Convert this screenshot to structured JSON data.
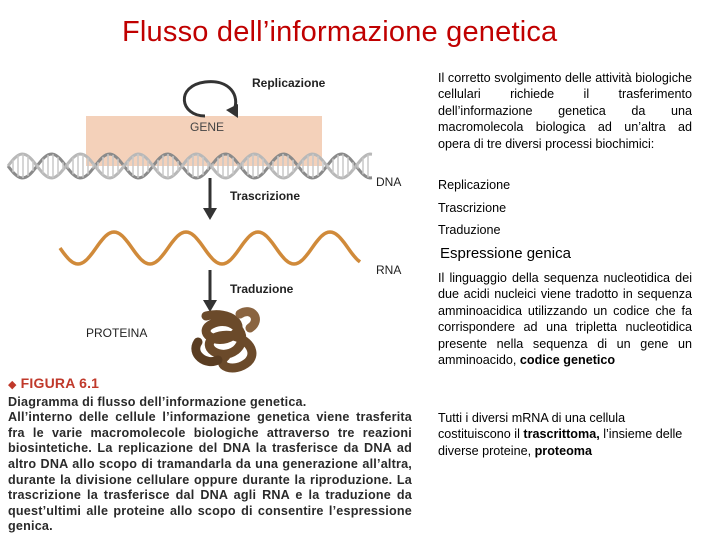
{
  "title": "Flusso dell’informazione genetica",
  "figure": {
    "labels": {
      "replicazione": "Replicazione",
      "gene": "GENE",
      "dna": "DNA",
      "trascrizione": "Trascrizione",
      "rna": "RNA",
      "traduzione": "Traduzione",
      "proteina": "PROTEINA"
    },
    "caption": {
      "heading": "FIGURA 6.1",
      "title": "Diagramma di flusso dell’informazione genetica.",
      "body": "All’interno delle cellule l’informazione genetica viene trasferita fra le varie macromolecole biologiche attraverso tre reazioni biosintetiche. La replicazione del DNA la trasferisce da DNA ad altro DNA allo scopo di tramandarla da una generazione all’altra, durante la divisione cellulare oppure durante la riproduzione. La trascrizione la trasferisce dal DNA agli RNA e la traduzione da quest’ultimi alle proteine allo scopo di consentire l’espressione genica."
    },
    "colors": {
      "title": "#c00000",
      "gene_box": "#f2c9ae",
      "protein": "#6b4a2a",
      "caption_head": "#c0392b"
    }
  },
  "right": {
    "intro": "Il corretto svolgimento delle attività biologiche cellulari richiede il trasferimento dell’informazione genetica da una macromolecola biologica ad un’altra ad opera di tre diversi processi biochimici:",
    "processes": [
      "Replicazione",
      "Trascrizione",
      "Traduzione"
    ],
    "subheading": "Espressione genica",
    "para2": "Il linguaggio della sequenza nucleotidica dei due acidi nucleici viene tradotto in sequenza amminoacidica utilizzando un codice che fa corrispondere ad una tripletta nucleotidica presente nella sequenza di un gene un amminoacido,",
    "para2_bold": "codice genetico",
    "para3_a": "Tutti i diversi mRNA di una cellula costituiscono il ",
    "para3_b": "trascrittoma,",
    "para3_c": " l’insieme delle diverse proteine, ",
    "para3_d": "proteoma"
  }
}
